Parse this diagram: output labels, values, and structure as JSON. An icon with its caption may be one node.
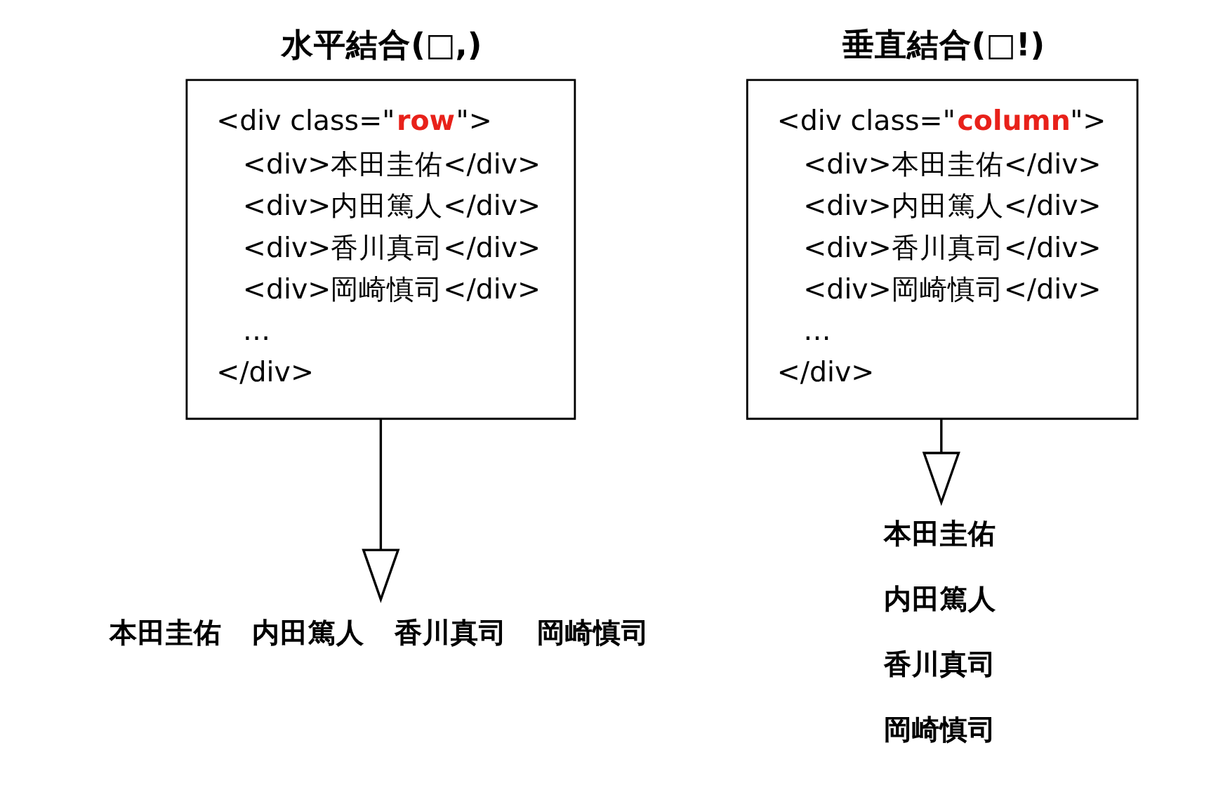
{
  "diagram": {
    "nodes": [
      {
        "text": [
          "水平結合(□,)",
          "<div class=\"**row**\">",
          "<div>本田圭佑</div>",
          "<div>内田篤人</div>",
          "<div>香川真司</div>",
          "<div>岡崎慎司</div>",
          "…",
          "</div>"
        ]
      },
      {
        "text": [
          "本田圭佑",
          "内田篤人",
          "香川真司",
          "岡崎慎司"
        ]
      },
      {
        "text": [
          "垂直結合(□!)",
          "<div class=\"**column**\">",
          "<div>本田圭佑</div>",
          "<div>内田篤人</div>",
          "<div>香川真司</div>",
          "<div>岡崎慎司</div>",
          "…",
          "</div>"
        ]
      },
      {
        "text": [
          "本田圭佑",
          "内田篤人",
          "香川真司",
          "岡崎慎司"
        ]
      }
    ],
    "edges": [
      {
        "from": 0,
        "to": 1,
        "arrow": "to"
      },
      {
        "from": 2,
        "to": 3,
        "arrow": "to"
      }
    ]
  }
}
